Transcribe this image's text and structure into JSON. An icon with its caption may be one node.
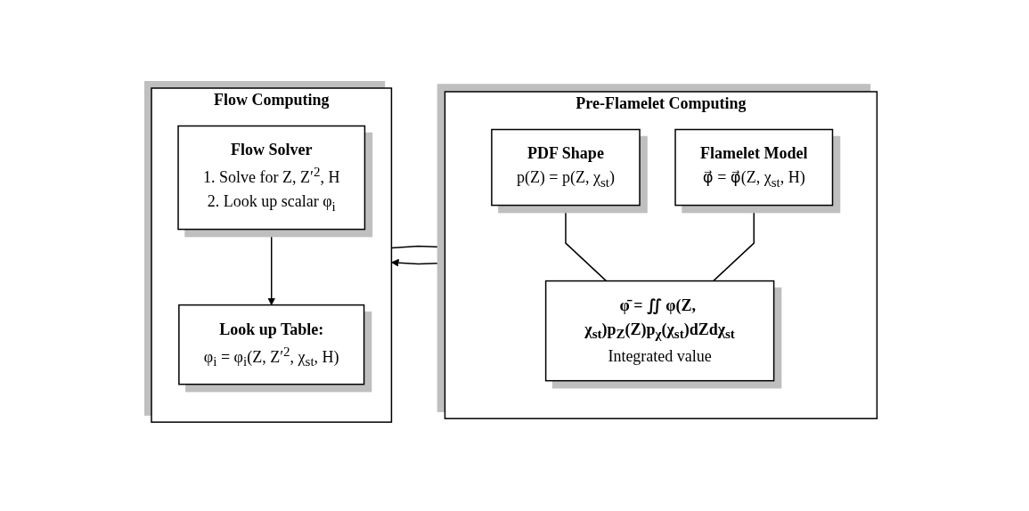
{
  "diagram": {
    "nodes": [
      {
        "text": [
          "Pre-Flamelet Computing"
        ]
      },
      {
        "text": [
          "PDF Shape",
          "p(Z) = p(Z, χ$_{st}$)"
        ],
        "in": 0
      },
      {
        "text": [
          "Flamelet Model",
          "φ⃗ = φ⃗(Z, χ$_{st}$, H)"
        ],
        "in": 0
      },
      {
        "text": [
          "φ̄ = ∬ φ(Z, χ$_{st}$)p$_{Z}$(Z)p$_{χ}$(χ$_{st}$)dZdχ$_{st}$",
          "Integrated value"
        ],
        "in": 0
      },
      {
        "text": [
          "Flow Computing"
        ]
      },
      {
        "text": [
          "Look up Table:",
          "φ$_{i}$ = φ$_{i}$(Z, Z′$^{2}$, χ$_{st}$, H)"
        ],
        "in": 4
      },
      {
        "text": [
          "Flow Solver",
          "1. Solve for Z, Z′$^{2}$, H",
          "2. Look up scalar φ$_{i}$"
        ],
        "in": 4
      }
    ],
    "edges": [
      {
        "from": 1,
        "to": 3,
        "arrow": "none"
      },
      {
        "from": 2,
        "to": 3,
        "arrow": "none"
      },
      {
        "from": 4,
        "to": 0,
        "arrow": "to"
      },
      {
        "from": 0,
        "to": 4,
        "arrow": "to"
      },
      {
        "from": 6,
        "to": 5,
        "arrow": "to"
      }
    ]
  }
}
